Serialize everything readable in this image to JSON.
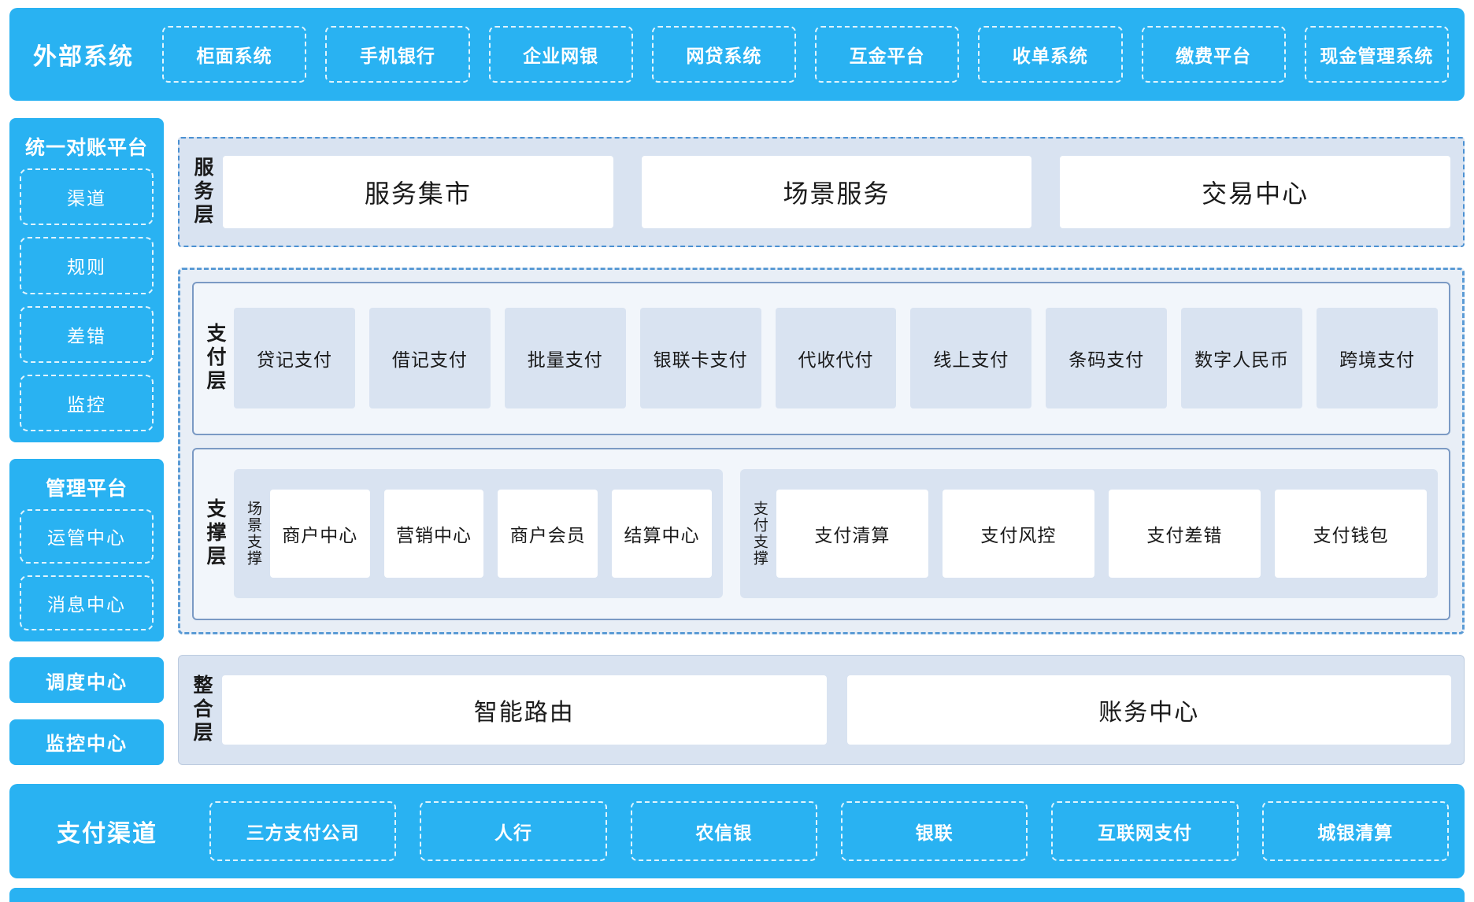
{
  "colors": {
    "primary_blue": "#29b2f2",
    "panel_light_blue": "#d9e3f1",
    "container_bg": "#e8eef6",
    "dashed_border_blue": "#5b9bd5",
    "solid_border_blue": "#7b9ac4",
    "text_dark": "#1a1a1a",
    "text_white": "#ffffff"
  },
  "top_banner": {
    "label": "外部系统",
    "items": [
      "柜面系统",
      "手机银行",
      "企业网银",
      "网贷系统",
      "互金平台",
      "收单系统",
      "缴费平台",
      "现金管理系统"
    ]
  },
  "sidebar": {
    "reconciliation": {
      "title": "统一对账平台",
      "items": [
        "渠道",
        "规则",
        "差错",
        "监控"
      ]
    },
    "management": {
      "title": "管理平台",
      "items": [
        "运管中心",
        "消息中心"
      ]
    },
    "dispatch_center": "调度中心",
    "monitor_center": "监控中心"
  },
  "service_layer": {
    "label": "服务层",
    "items": [
      "服务集市",
      "场景服务",
      "交易中心"
    ]
  },
  "payment_layer": {
    "label": "支付层",
    "items": [
      "贷记支付",
      "借记支付",
      "批量支付",
      "银联卡支付",
      "代收代付",
      "线上支付",
      "条码支付",
      "数字人民币",
      "跨境支付"
    ]
  },
  "support_layer": {
    "label": "支撑层",
    "groups": [
      {
        "label": "场景支撑",
        "items": [
          "商户中心",
          "营销中心",
          "商户会员",
          "结算中心"
        ]
      },
      {
        "label": "支付支撑",
        "items": [
          "支付清算",
          "支付风控",
          "支付差错",
          "支付钱包"
        ]
      }
    ]
  },
  "integration_layer": {
    "label": "整合层",
    "items": [
      "智能路由",
      "账务中心"
    ]
  },
  "bottom_banner": {
    "label": "支付渠道",
    "items": [
      "三方支付公司",
      "人行",
      "农信银",
      "银联",
      "互联网支付",
      "城银清算"
    ]
  }
}
